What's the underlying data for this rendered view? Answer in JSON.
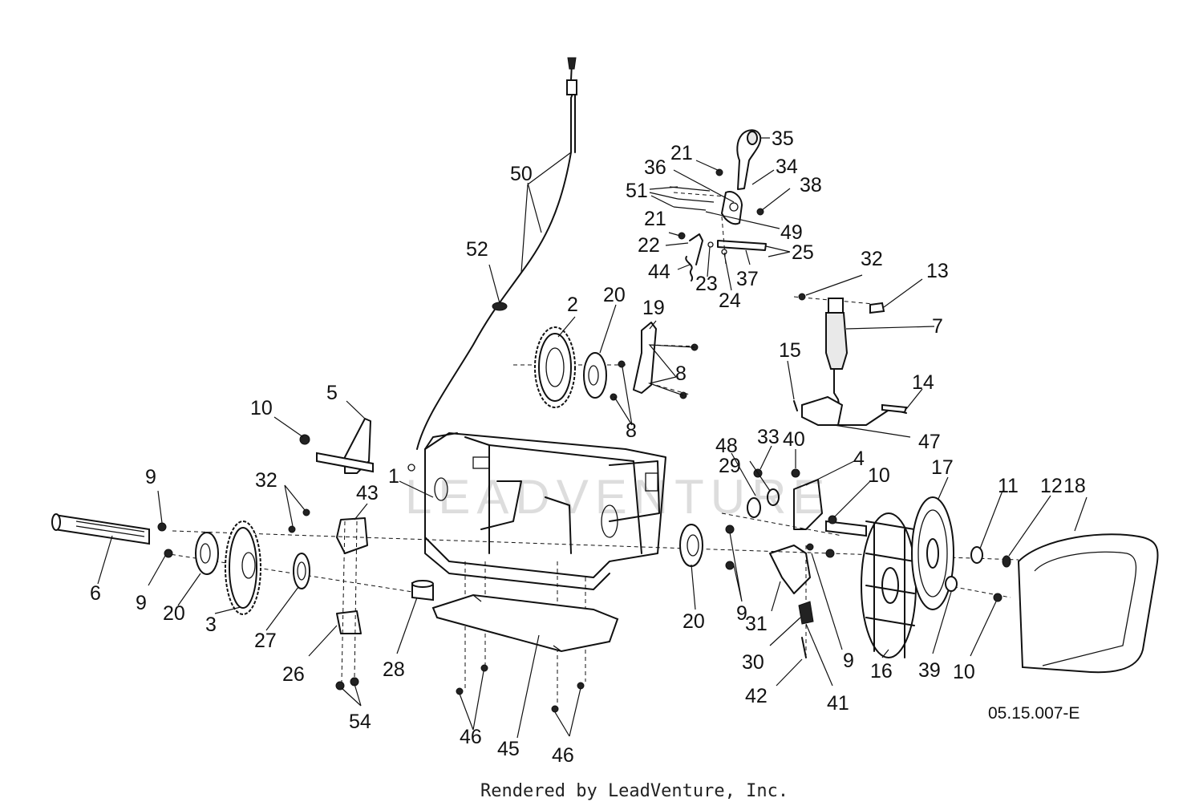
{
  "diagram": {
    "watermark": "LEADVENTURE",
    "reference_code": "05.15.007-E",
    "credit": "Rendered by LeadVenture, Inc.",
    "callouts": [
      "1",
      "2",
      "3",
      "4",
      "5",
      "6",
      "7",
      "8",
      "8",
      "9",
      "9",
      "9",
      "9",
      "10",
      "10",
      "10",
      "11",
      "12",
      "13",
      "14",
      "15",
      "16",
      "17",
      "18",
      "19",
      "20",
      "20",
      "20",
      "21",
      "21",
      "22",
      "23",
      "24",
      "25",
      "26",
      "27",
      "28",
      "29",
      "30",
      "31",
      "32",
      "32",
      "33",
      "34",
      "35",
      "36",
      "37",
      "38",
      "39",
      "40",
      "41",
      "42",
      "43",
      "44",
      "45",
      "46",
      "46",
      "47",
      "48",
      "49",
      "50",
      "51",
      "52",
      "54"
    ]
  }
}
